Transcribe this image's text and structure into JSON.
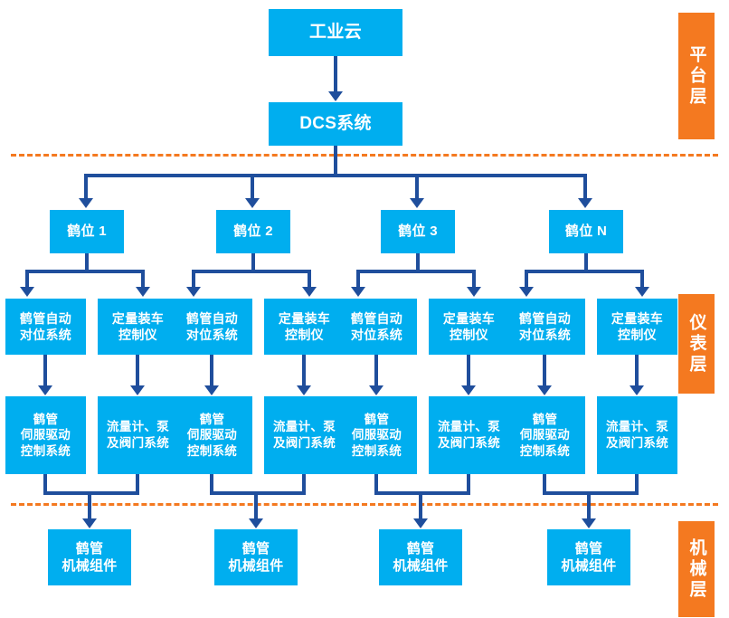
{
  "diagram": {
    "title_node": {
      "label": "工业云"
    },
    "dcs_node": {
      "label": "DCS系统"
    },
    "layer_tags": [
      {
        "name": "platform-layer",
        "label": "平台层"
      },
      {
        "name": "instrument-layer",
        "label": "仪表层"
      },
      {
        "name": "mechanical-layer",
        "label": "机械层"
      }
    ],
    "stations": [
      {
        "label": "鹤位 1"
      },
      {
        "label": "鹤位 2"
      },
      {
        "label": "鹤位 3"
      },
      {
        "label": "鹤位 N"
      }
    ],
    "instrument_nodes": [
      {
        "label": "鹤管自动\n对位系统"
      },
      {
        "label": "定量装车\n控制仪"
      },
      {
        "label": "鹤管自动\n对位系统"
      },
      {
        "label": "定量装车\n控制仪"
      },
      {
        "label": "鹤管自动\n对位系统"
      },
      {
        "label": "定量装车\n控制仪"
      },
      {
        "label": "鹤管自动\n对位系统"
      },
      {
        "label": "定量装车\n控制仪"
      }
    ],
    "system_nodes": [
      {
        "label": "鹤管\n伺服驱动\n控制系统"
      },
      {
        "label": "流量计、泵\n及阀门系统"
      },
      {
        "label": "鹤管\n伺服驱动\n控制系统"
      },
      {
        "label": "流量计、泵\n及阀门系统"
      },
      {
        "label": "鹤管\n伺服驱动\n控制系统"
      },
      {
        "label": "流量计、泵\n及阀门系统"
      },
      {
        "label": "鹤管\n伺服驱动\n控制系统"
      },
      {
        "label": "流量计、泵\n及阀门系统"
      }
    ],
    "mechanical_nodes": [
      {
        "label": "鹤管\n机械组件"
      },
      {
        "label": "鹤管\n机械组件"
      },
      {
        "label": "鹤管\n机械组件"
      },
      {
        "label": "鹤管\n机械组件"
      }
    ],
    "colors": {
      "node_fill": "#00AEEF",
      "layer_tag_fill": "#F47920",
      "connector": "#1F4E9C",
      "divider": "#F47920",
      "node_text": "#FFFFFF",
      "background": "#FFFFFF"
    }
  }
}
